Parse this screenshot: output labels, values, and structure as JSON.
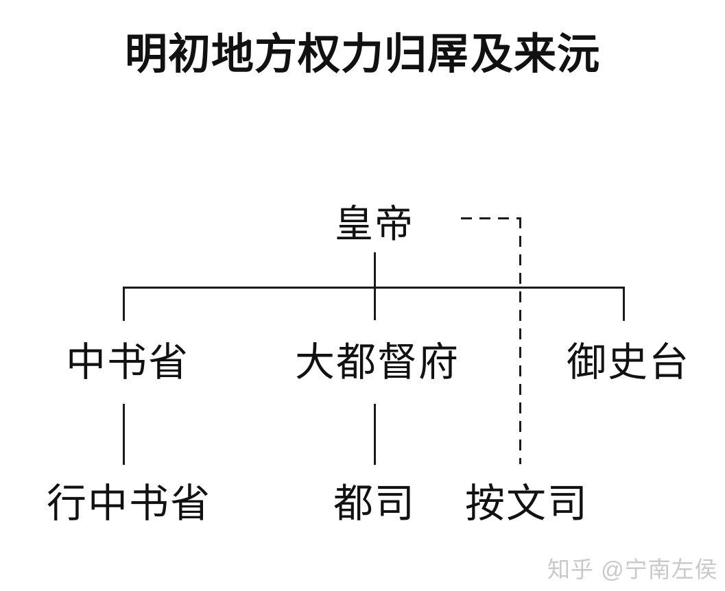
{
  "diagram": {
    "title": "明初地方权力归屖及来沅",
    "nodes": {
      "emperor": "皇帝",
      "zhongshusheng": "中书省",
      "dadudufu": "大都督府",
      "yushitai": "御史台",
      "xingzhongshusheng": "行中书省",
      "dusi": "都司",
      "anchasi": "按文司"
    },
    "edges": [
      {
        "from": "皇帝",
        "to": "中书省",
        "style": "solid"
      },
      {
        "from": "皇帝",
        "to": "大都督府",
        "style": "solid"
      },
      {
        "from": "皇帝",
        "to": "御史台",
        "style": "solid"
      },
      {
        "from": "中书省",
        "to": "行中书省",
        "style": "solid"
      },
      {
        "from": "大都督府",
        "to": "都司",
        "style": "solid"
      },
      {
        "from": "皇帝",
        "to": "按文司",
        "style": "dashed"
      }
    ],
    "watermark": "知乎 @宁南左侯",
    "colors": {
      "ink": "#1a1a1a",
      "background": "#ffffff",
      "watermark": "#c9c9c9"
    }
  }
}
